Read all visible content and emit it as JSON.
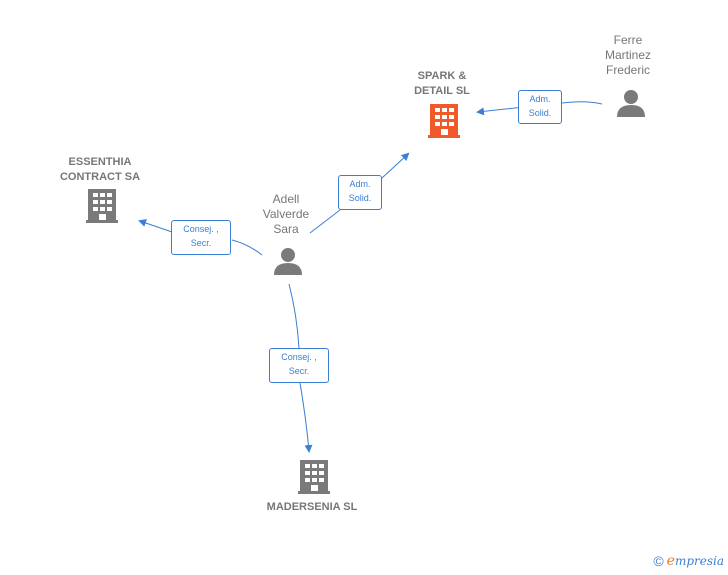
{
  "colors": {
    "edge": "#3a7fd5",
    "company_icon": "#7a7a7a",
    "highlight_company_icon": "#f0592a",
    "person_icon": "#7a7a7a",
    "label": "#777777",
    "brand_accent": "#f07a1a"
  },
  "nodes": {
    "spark": {
      "line1": "SPARK &",
      "line2": "DETAIL  SL",
      "icon": "building-icon"
    },
    "essenthia": {
      "line1": "ESSENTHIA",
      "line2": "CONTRACT SA",
      "icon": "building-icon"
    },
    "madersenia": {
      "line1": "MADERSENIA SL",
      "icon": "building-icon"
    },
    "adell": {
      "line1": "Adell",
      "line2": "Valverde",
      "line3": "Sara",
      "icon": "person-icon"
    },
    "ferre": {
      "line1": "Ferre",
      "line2": "Martinez",
      "line3": "Frederic",
      "icon": "person-icon"
    }
  },
  "edges": {
    "ferre_spark": {
      "line1": "Adm.",
      "line2": "Solid."
    },
    "adell_spark": {
      "line1": "Adm.",
      "line2": "Solid."
    },
    "adell_essenthia": {
      "line1": "Consej. ,",
      "line2": "Secr."
    },
    "adell_madersenia": {
      "line1": "Consej. ,",
      "line2": "Secr."
    }
  },
  "footer": {
    "copyright": "©",
    "brand_initial": "e",
    "brand_rest": "mpresia"
  }
}
